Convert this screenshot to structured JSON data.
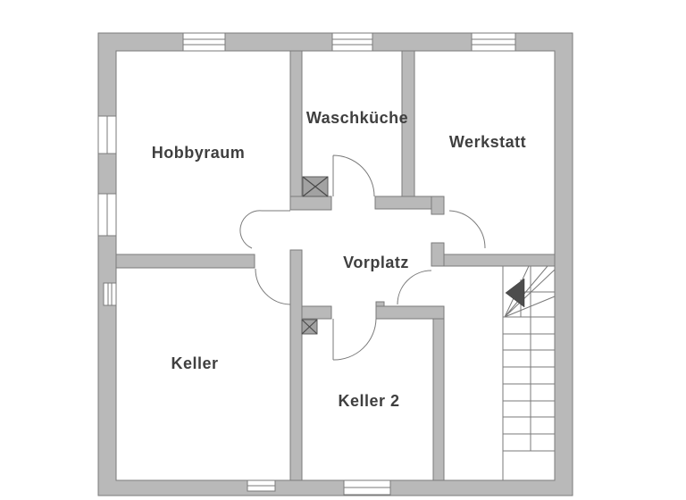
{
  "floorplan": {
    "rooms": [
      {
        "id": "hobbyraum",
        "label": "Hobbyraum"
      },
      {
        "id": "waschkueche",
        "label": "Waschküche"
      },
      {
        "id": "werkstatt",
        "label": "Werkstatt"
      },
      {
        "id": "vorplatz",
        "label": "Vorplatz"
      },
      {
        "id": "keller",
        "label": "Keller"
      },
      {
        "id": "keller2",
        "label": "Keller 2"
      }
    ],
    "symbols": {
      "stair_arrow_icon": "solid triangle pointing left (stair direction)",
      "chimney_icon": "crossed box (chimney / shaft)",
      "window_icon": "white break in wall with glazing line",
      "door_icon": "quarter-circle swing arc"
    },
    "counts": {
      "windows": 8,
      "doors": 6,
      "chimneys": 2,
      "stair_flights": 1
    },
    "colors": {
      "wall_fill": "#b9b9b9",
      "wall_outline": "#7a7a7a",
      "chimney_fill": "#a2a2a2",
      "label_text": "#3f3f3f",
      "stair_arrow": "#4d4d4d",
      "background": "#ffffff"
    }
  }
}
